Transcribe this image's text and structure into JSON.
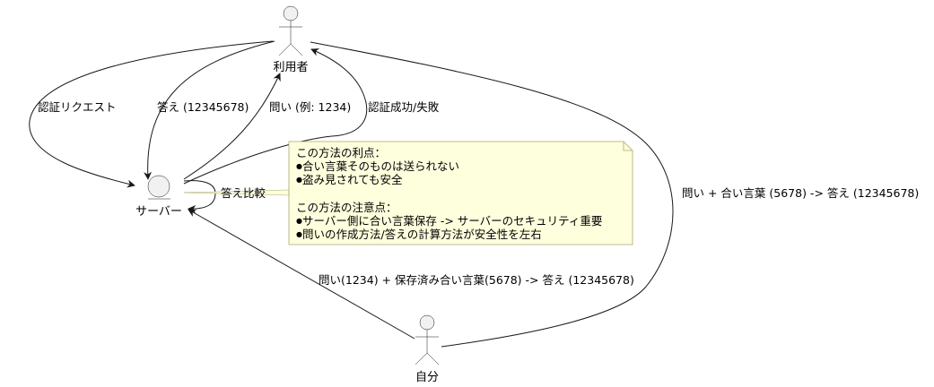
{
  "diagram": {
    "type": "usecase",
    "actors": [
      {
        "id": "user",
        "label": "利用者"
      },
      {
        "id": "server",
        "label": "サーバー"
      },
      {
        "id": "self",
        "label": "自分"
      }
    ],
    "edges": [
      {
        "from": "user",
        "to": "server",
        "label": "認証リクエスト"
      },
      {
        "from": "user",
        "to": "server",
        "label": "答え (12345678)"
      },
      {
        "from": "server",
        "to": "user",
        "label": "問い (例: 1234)"
      },
      {
        "from": "server",
        "to": "user",
        "label": "認証成功/失敗"
      },
      {
        "from": "server",
        "to": "server",
        "label": "答え比較"
      },
      {
        "from": "self",
        "to": "server",
        "label": "問い(1234) + 保存済み合い言葉(5678) -> 答え (12345678)"
      },
      {
        "from": "user",
        "to": "self",
        "label": "問い + 合い言葉 (5678) -> 答え (12345678)"
      }
    ],
    "note": {
      "heading1": "この方法の利点：",
      "pros": [
        "合い言葉そのものは送られない",
        "盗み見されても安全"
      ],
      "heading2": "この方法の注意点：",
      "cons": [
        "サーバー側に合い言葉保存 -> サーバーのセキュリティ重要",
        "問いの作成方法/答えの計算方法が安全性を左右"
      ],
      "bullet": "●"
    },
    "colors": {
      "line": "#181818",
      "actor_fill": "#f1f1f1",
      "actor_stroke": "#181818",
      "note_fill": "#feffdd",
      "note_stroke": "#a8a86a"
    }
  }
}
